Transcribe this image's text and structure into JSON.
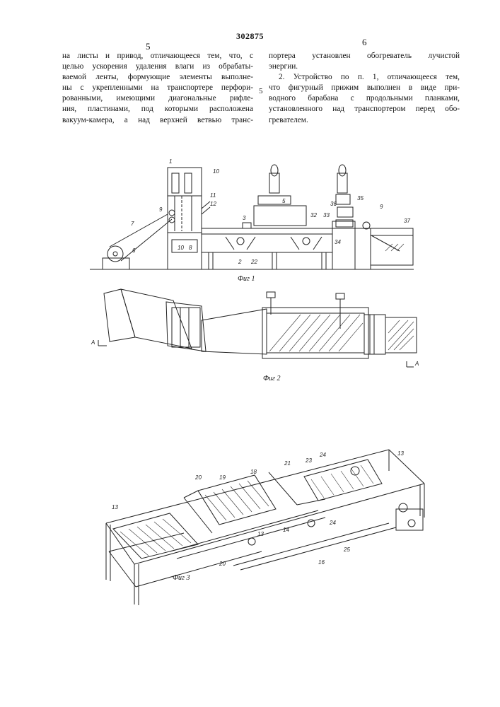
{
  "patent_number": "302875",
  "column_left_number": "5",
  "column_right_number": "6",
  "left_column_lines": [
    "на листы и привод, отличающееся тем, что, с",
    "целью ускорения удаления влаги из обрабаты-",
    "ваемой ленты, формующие элементы выполне-",
    "ны с укрепленными на транспортере перфори-",
    "рованными, имеющими диагональные рифле-",
    "ния, пластинами, под которыми расположена",
    "вакуум-камера, а над верхней ветвью транс-"
  ],
  "right_column_lines": [
    "портера установлен обогреватель лучистой",
    "энергии.",
    "2. Устройство по п. 1, отличающееся тем,",
    "что фигурный прижим выполнен в виде при-",
    "водного барабана с продольными планками,",
    "установленного над транспортером перед обо-",
    "гревателем."
  ],
  "margin_line_number": "5",
  "fig1": {
    "caption": "Фиг 1",
    "labels": [
      "1",
      "10",
      "11",
      "12",
      "9",
      "7",
      "6",
      "10",
      "8",
      "3",
      "5",
      "2",
      "22",
      "32",
      "33",
      "34",
      "36",
      "35",
      "9",
      "37"
    ]
  },
  "fig2": {
    "caption": "Фиг 2",
    "section_marks": [
      "A",
      "A"
    ]
  },
  "fig3": {
    "caption": "Фиг 3",
    "labels": [
      "13",
      "20",
      "19",
      "18",
      "21",
      "23",
      "24",
      "13",
      "14",
      "13",
      "20",
      "25",
      "24",
      "16"
    ]
  }
}
